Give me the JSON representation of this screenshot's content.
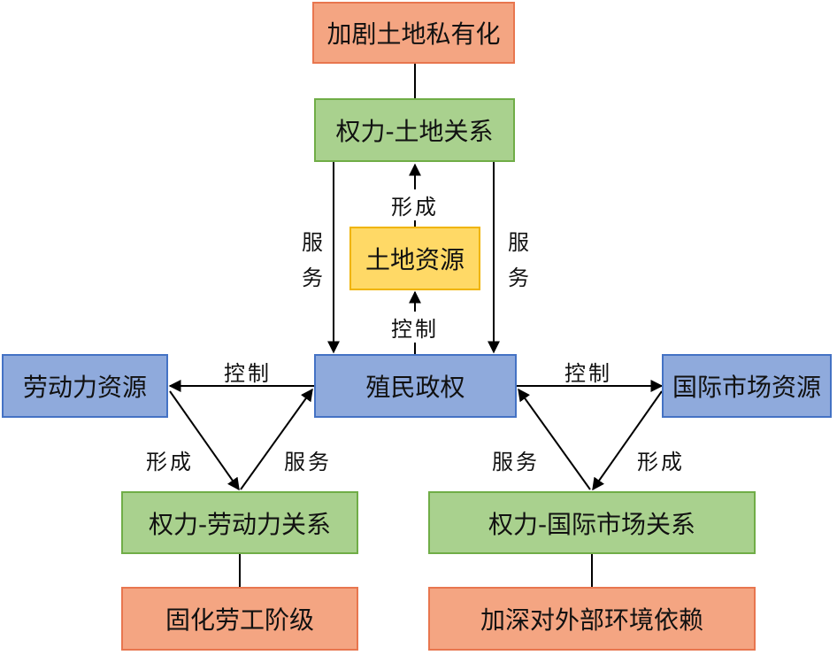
{
  "nodes": {
    "privatization": "加剧土地私有化",
    "power_land": "权力-土地关系",
    "land_resource": "土地资源",
    "colonial_regime": "殖民政权",
    "labor_resource": "劳动力资源",
    "market_resource": "国际市场资源",
    "power_labor": "权力-劳动力关系",
    "power_market": "权力-国际市场关系",
    "labor_class": "固化劳工阶级",
    "dependency": "加深对外部环境依赖"
  },
  "edge_labels": {
    "form_land": "形成",
    "control_land": "控制",
    "serve_left": "服务",
    "serve_right": "服务",
    "control_labor": "控制",
    "control_market": "控制",
    "form_labor": "形成",
    "serve_labor": "服务",
    "serve_market": "服务",
    "form_market": "形成"
  },
  "colors": {
    "orange_fill": "#f4a582",
    "green_fill": "#a9d18e",
    "yellow_fill": "#ffd966",
    "blue_fill": "#8faadc"
  }
}
